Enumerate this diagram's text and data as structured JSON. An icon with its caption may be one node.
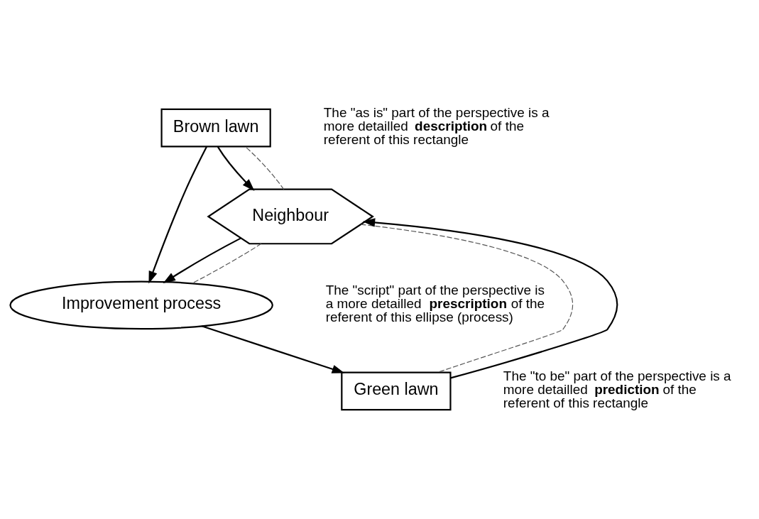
{
  "diagram": {
    "nodes": [
      {
        "text": [
          "Brown lawn"
        ]
      },
      {
        "text": [
          "Neighbour"
        ]
      },
      {
        "text": [
          "Improvement process"
        ]
      },
      {
        "text": [
          "Green lawn"
        ]
      }
    ],
    "edges": [
      {
        "from": 0,
        "to": 1,
        "arrow": "to"
      },
      {
        "from": 0,
        "to": 2,
        "arrow": "to"
      },
      {
        "from": 1,
        "to": 2,
        "arrow": "to"
      },
      {
        "from": 2,
        "to": 3,
        "arrow": "to"
      },
      {
        "from": 3,
        "to": 1,
        "arrow": "to"
      },
      {
        "from": 1,
        "to": 0,
        "arrow": "none",
        "style": "dashed"
      },
      {
        "from": 1,
        "to": 2,
        "arrow": "none",
        "style": "dashed"
      },
      {
        "from": 1,
        "to": 3,
        "arrow": "none",
        "style": "dashed"
      }
    ],
    "labels": [
      "The \"as is\" part of the perspective is a more detailled **description** of the referent of this rectangle",
      "The \"script\" part of the perspective is a more detailled **prescription** of the referent of this ellipse (process)",
      "The \"to be\" part of the perspective is a more detailled **prediction** of the referent of this rectangle"
    ]
  }
}
